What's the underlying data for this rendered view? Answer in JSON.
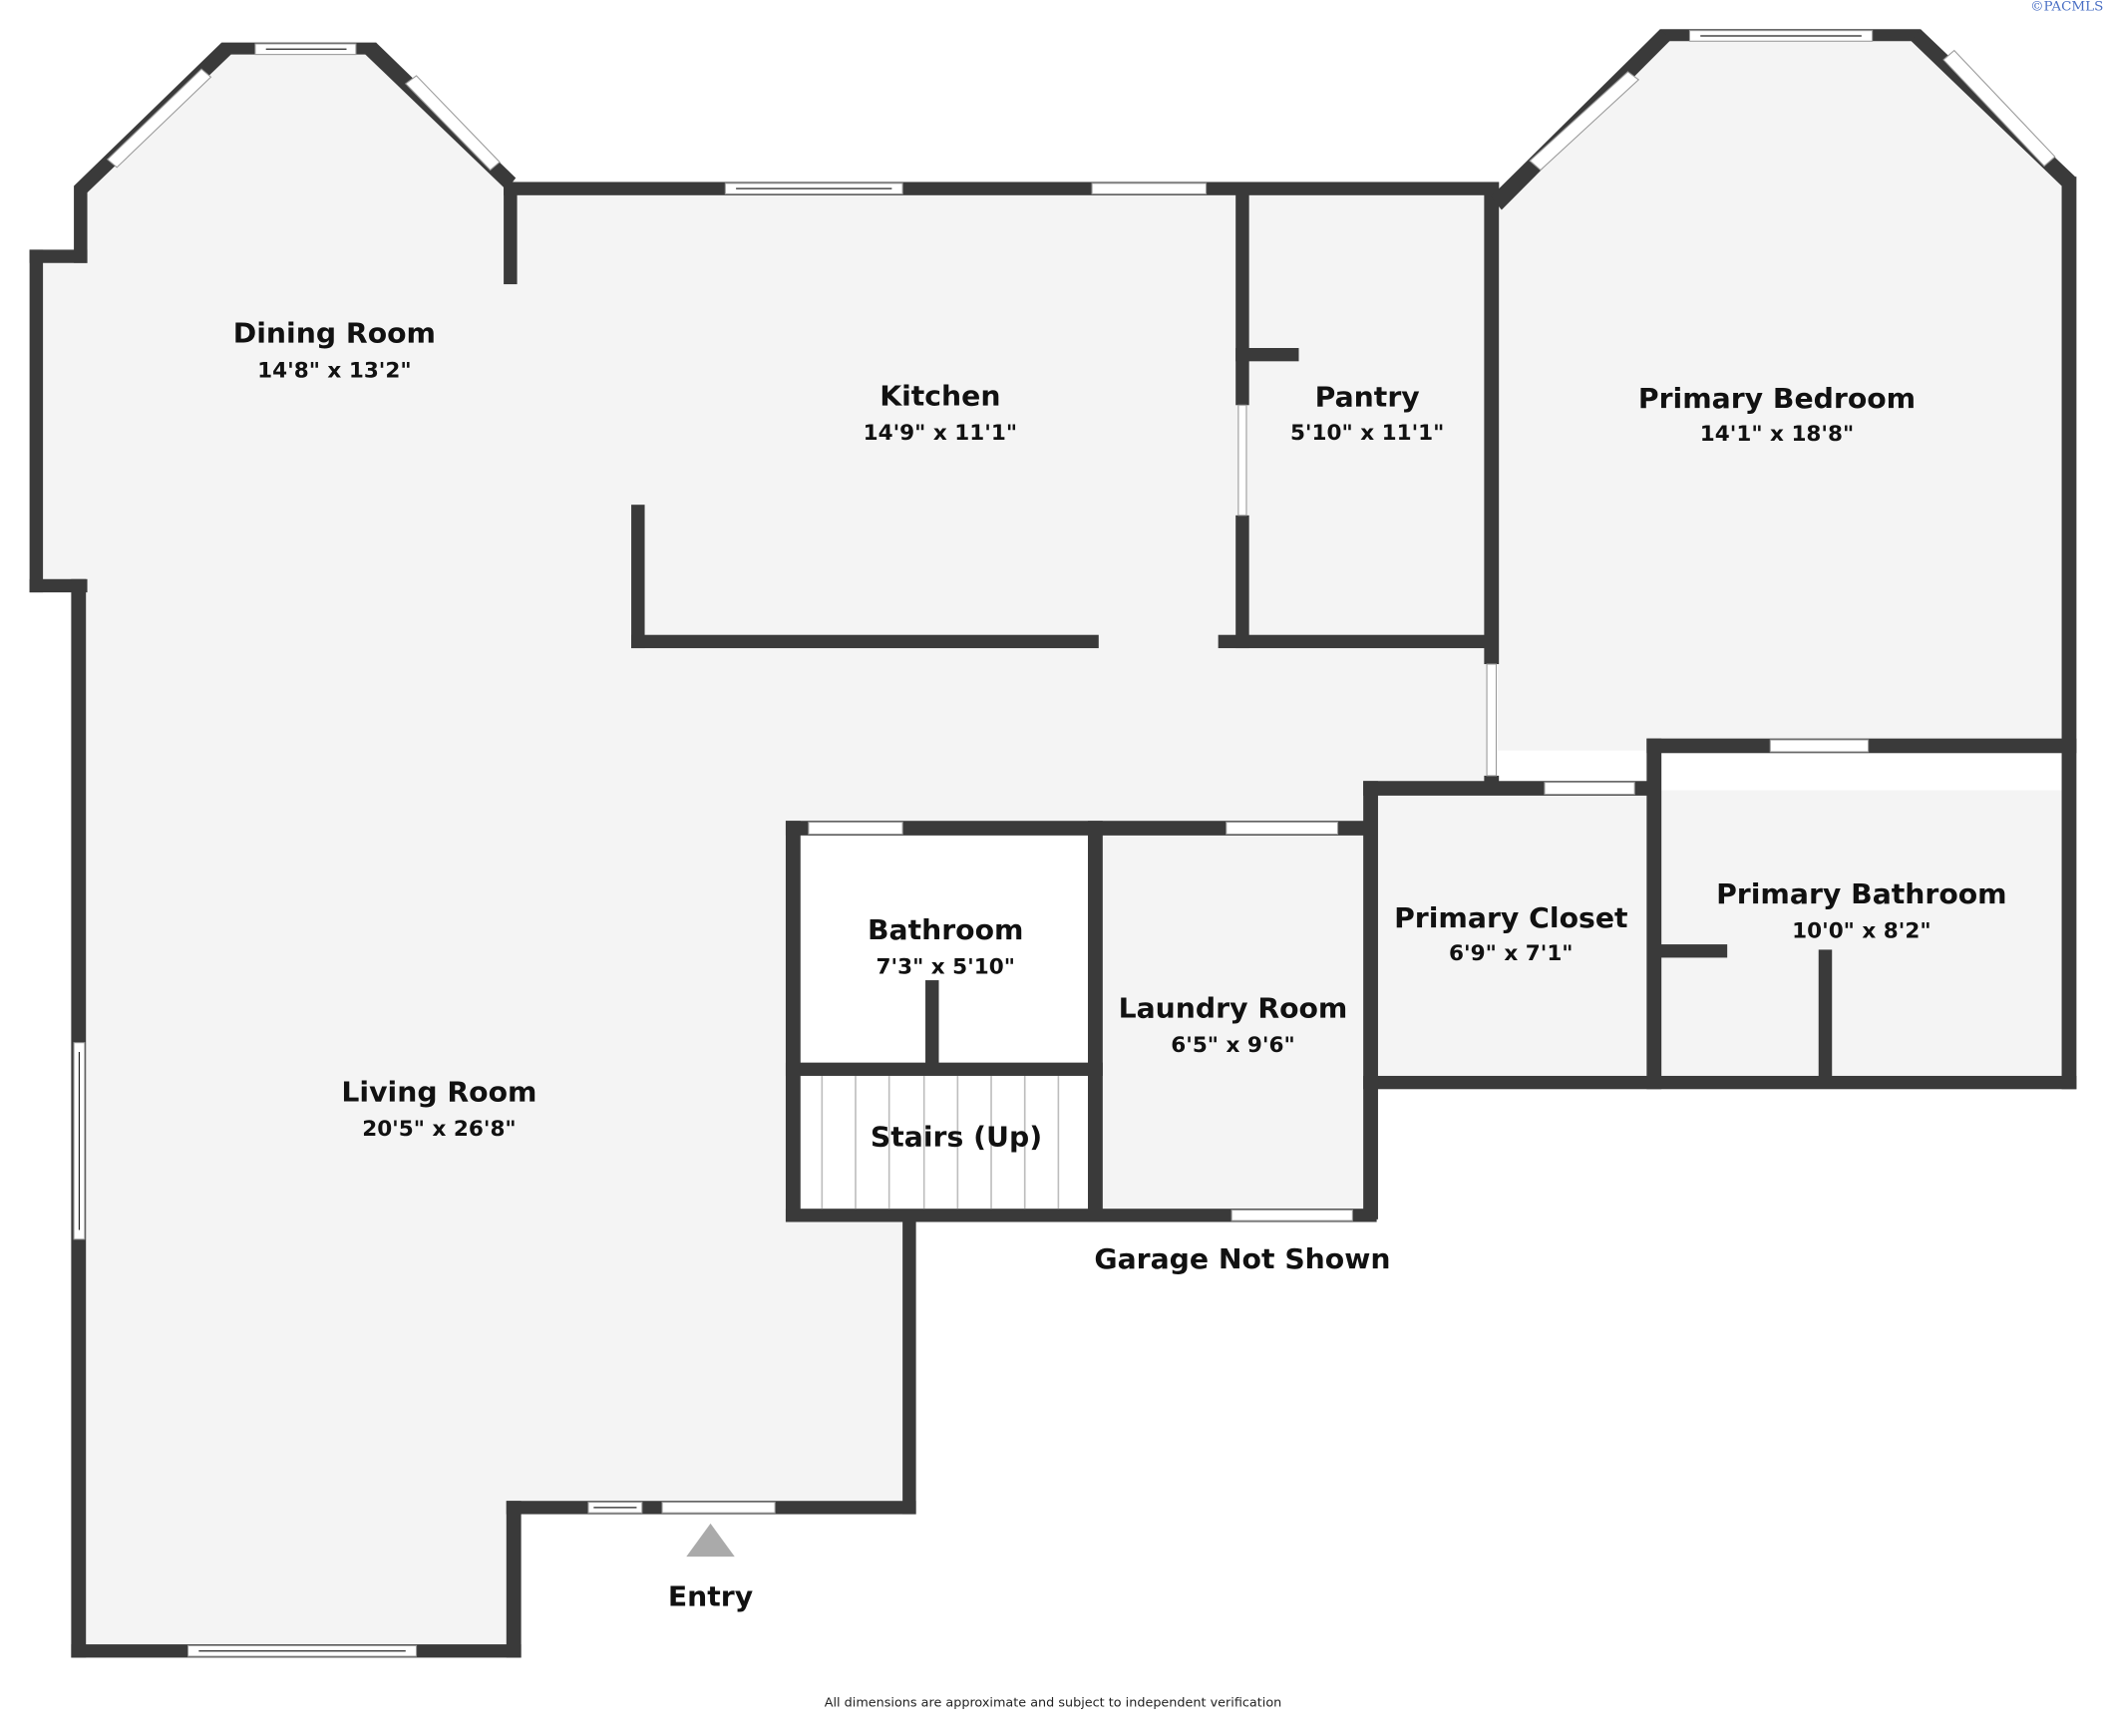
{
  "copyright": "©PACMLS",
  "rooms": [
    {
      "name": "Dining Room",
      "dims": "14'8\" x 13'2\""
    },
    {
      "name": "Kitchen",
      "dims": "14'9\" x 11'1\""
    },
    {
      "name": "Pantry",
      "dims": "5'10\" x 11'1\""
    },
    {
      "name": "Primary Bedroom",
      "dims": "14'1\" x 18'8\""
    },
    {
      "name": "Living Room",
      "dims": "20'5\" x 26'8\""
    },
    {
      "name": "Bathroom",
      "dims": "7'3\" x 5'10\""
    },
    {
      "name": "Stairs (Up)",
      "dims": ""
    },
    {
      "name": "Laundry Room",
      "dims": "6'5\" x 9'6\""
    },
    {
      "name": "Primary Closet",
      "dims": "6'9\" x 7'1\""
    },
    {
      "name": "Primary Bathroom",
      "dims": "10'0\" x 8'2\""
    }
  ],
  "labels": {
    "garage": "Garage Not Shown",
    "entry": "Entry",
    "disclaimer": "All dimensions are approximate and subject to independent verification"
  },
  "colors": {
    "wall": "#3a3a3a",
    "floor": "#f4f4f4",
    "copyright": "#4a6fc4"
  }
}
